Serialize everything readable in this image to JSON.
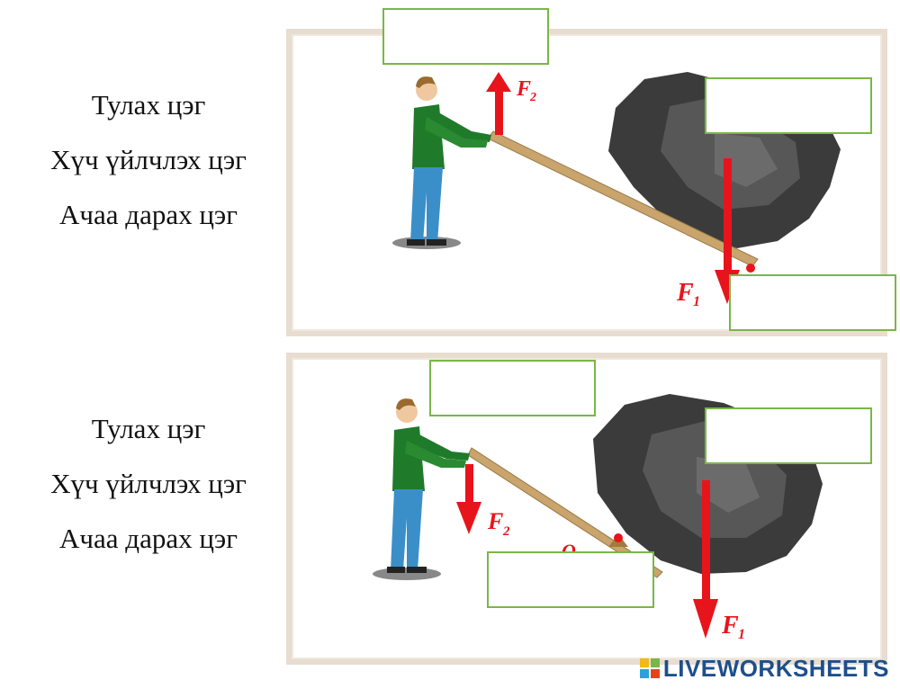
{
  "label_set_1": [
    "Тулах цэг",
    "Хүч үйлчлэх цэг",
    "Ачаа дарах цэг"
  ],
  "label_set_2": [
    "Тулах цэг",
    "Хүч үйлчлэх цэг",
    "Ачаа дарах цэг"
  ],
  "diagram_1": {
    "f2": "F",
    "f2_sub": "2",
    "f1": "F",
    "f1_sub": "1"
  },
  "diagram_2": {
    "f2": "F",
    "f2_sub": "2",
    "f1": "F",
    "f1_sub": "1",
    "pivot": "O"
  },
  "brand": {
    "text": "LIVEWORKSHEETS"
  },
  "colors": {
    "arrow": "#e8141b",
    "box_border": "#7ab648",
    "panel_border": "#e7ddd0",
    "brand": "#1e4f8c"
  }
}
